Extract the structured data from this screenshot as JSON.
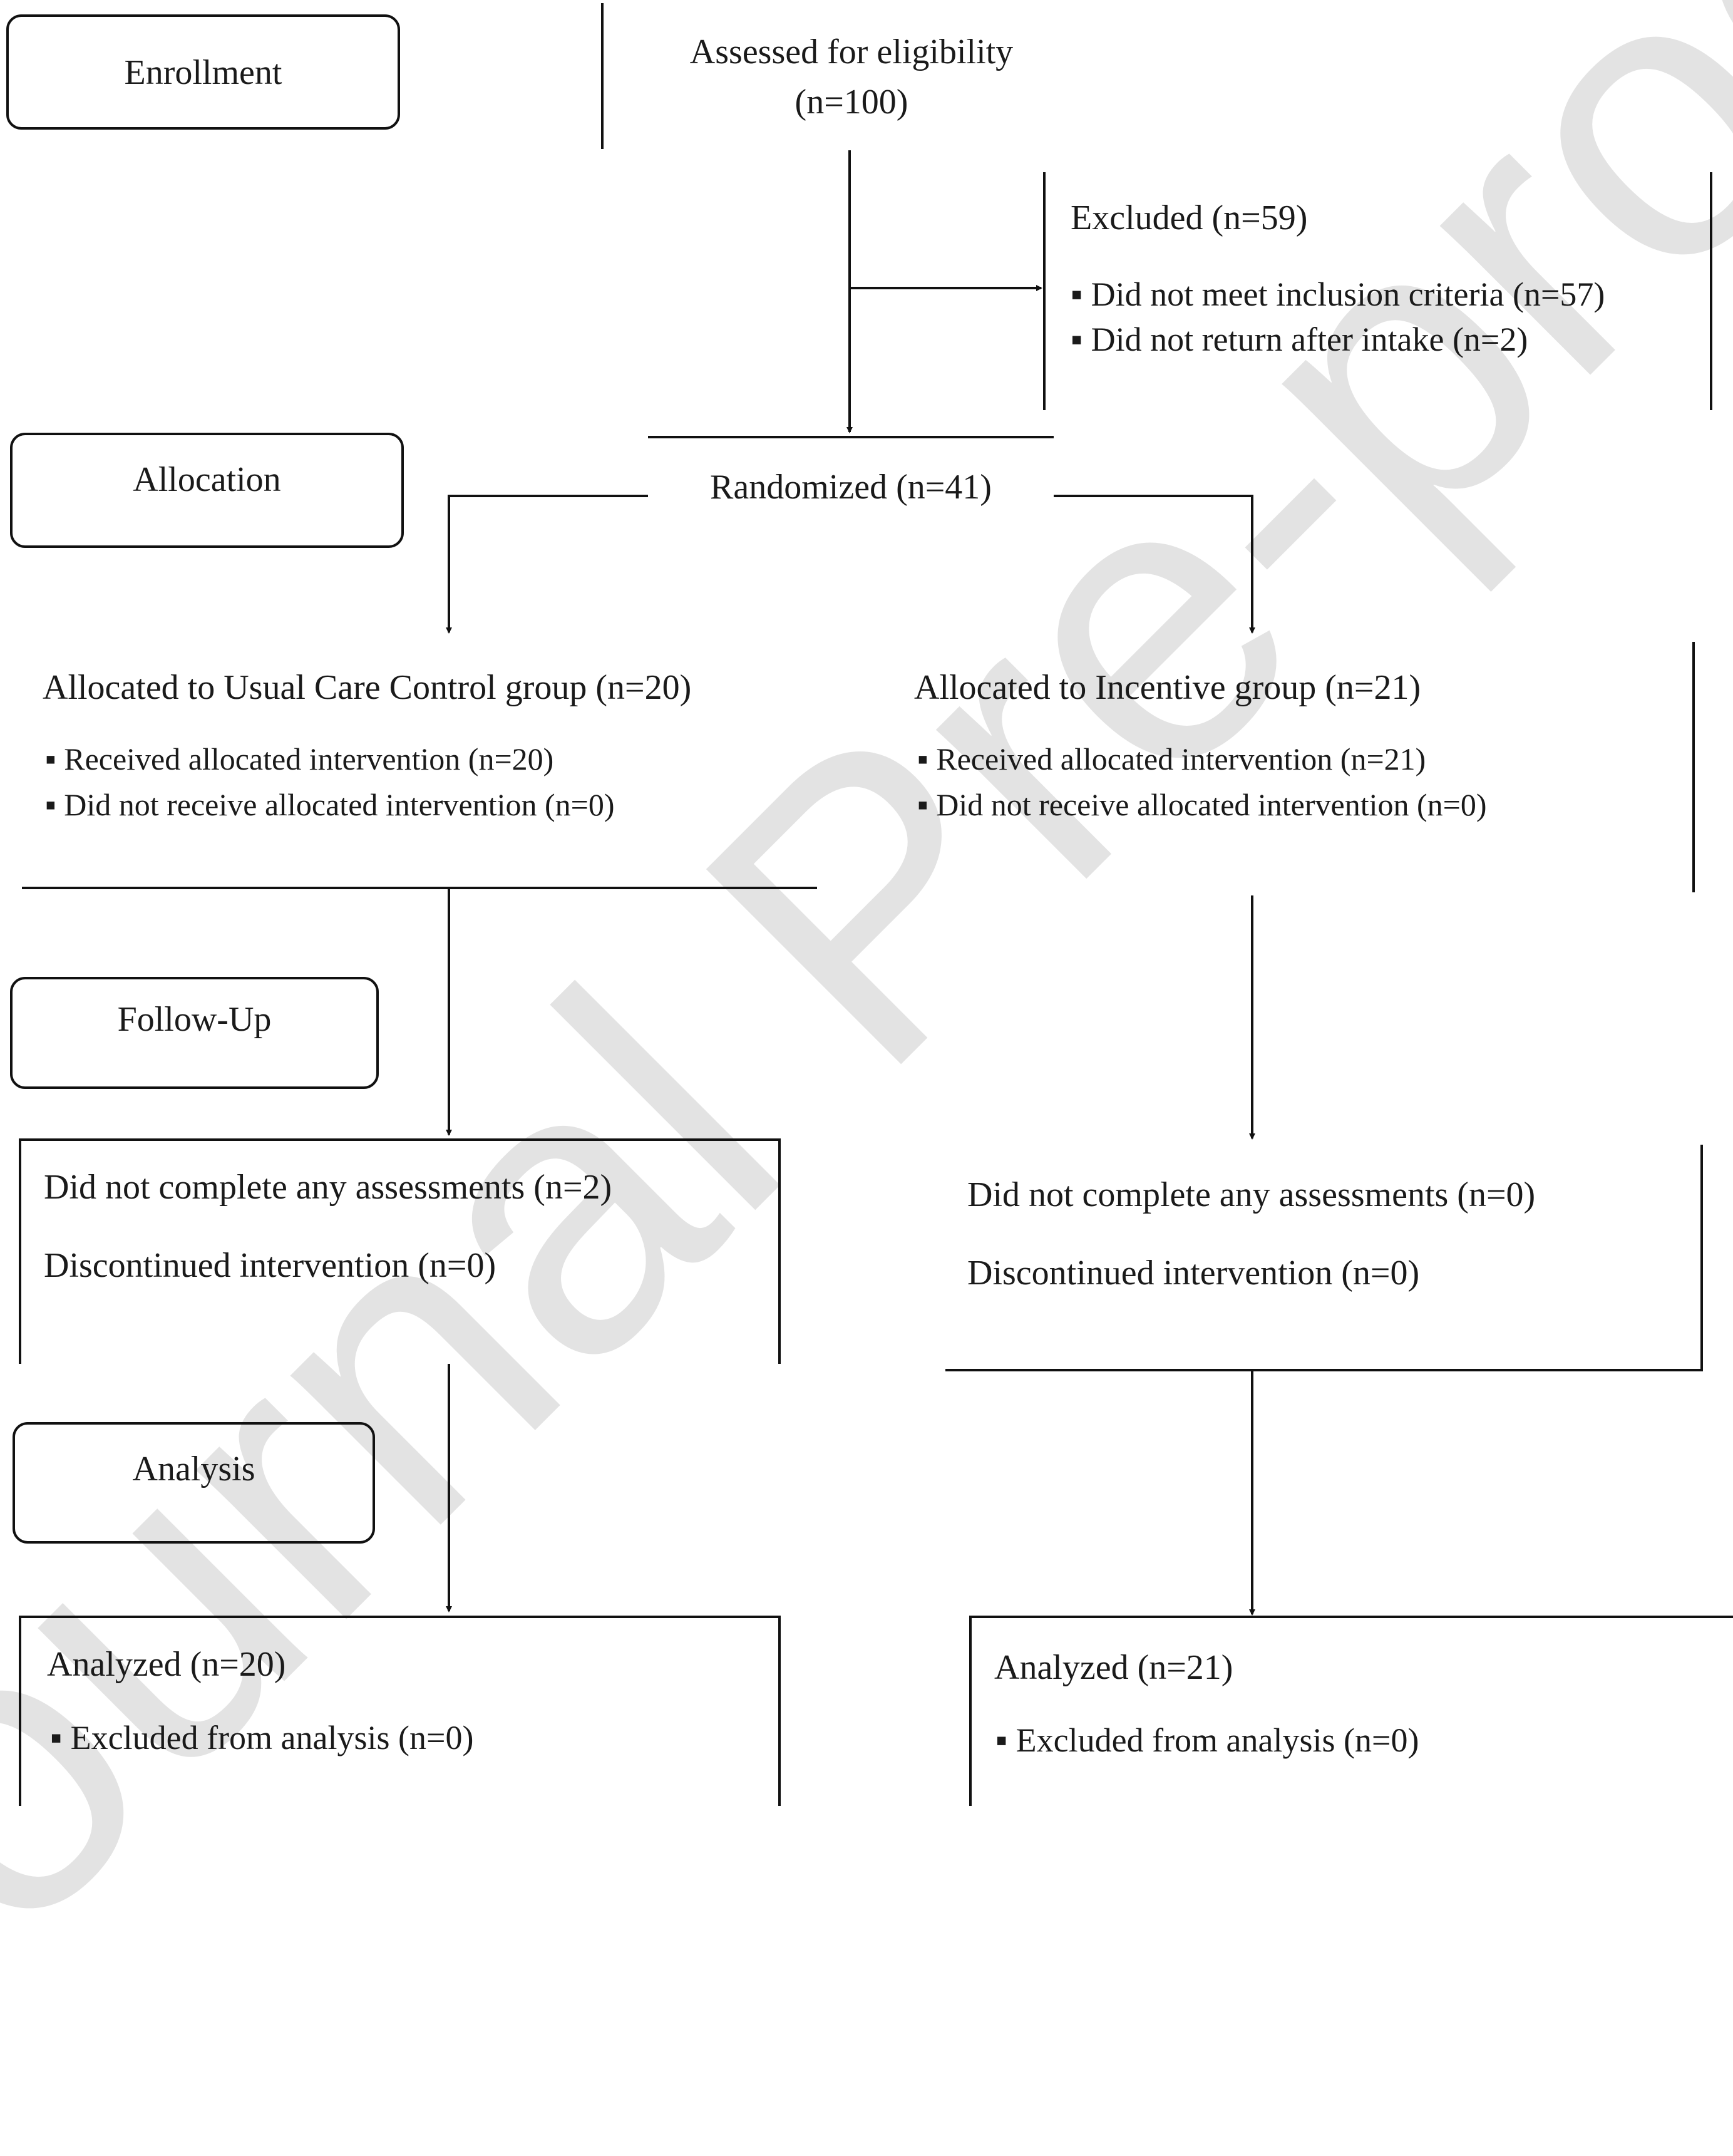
{
  "watermark": "Journal Pre-proof",
  "stages": {
    "enrollment": "Enrollment",
    "allocation": "Allocation",
    "followup": "Follow-Up",
    "analysis": "Analysis"
  },
  "assessed": {
    "title": "Assessed for eligibility",
    "n": "(n=100)"
  },
  "excluded": {
    "title": "Excluded (n=59)",
    "items": [
      "Did not meet inclusion criteria (n=57)",
      "Did not return after intake (n=2)"
    ]
  },
  "randomized": "Randomized (n=41)",
  "control": {
    "allocated": "Allocated to Usual Care Control group (n=20)",
    "items": [
      "Received allocated intervention (n=20)",
      "Did not receive allocated intervention (n=0)"
    ],
    "followup": [
      "Did not complete any assessments (n=2)",
      "Discontinued intervention (n=0)"
    ],
    "analyzed": "Analyzed (n=20)",
    "excluded": "Excluded from analysis (n=0)"
  },
  "incentive": {
    "allocated": "Allocated to Incentive group (n=21)",
    "items": [
      "Received allocated intervention (n=21)",
      "Did not receive allocated intervention (n=0)"
    ],
    "followup": [
      "Did not complete any assessments (n=0)",
      "Discontinued intervention (n=0)"
    ],
    "analyzed": "Analyzed (n=21)",
    "excluded": "Excluded from analysis (n=0)"
  }
}
